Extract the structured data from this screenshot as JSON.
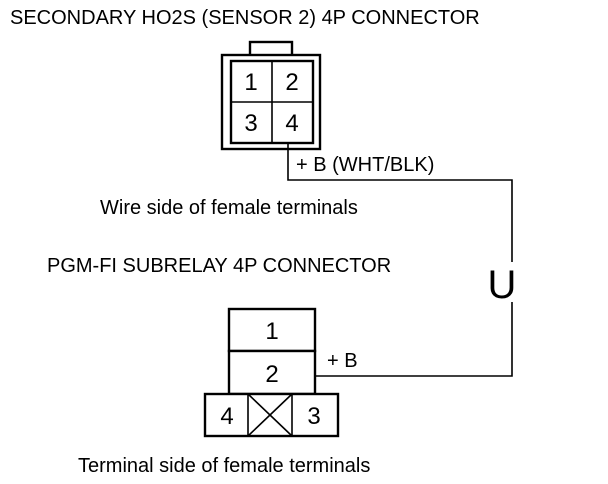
{
  "secondary_connector": {
    "title": "SECONDARY HO2S (SENSOR 2) 4P CONNECTOR",
    "pins": [
      "1",
      "2",
      "3",
      "4"
    ],
    "view_label": "Wire side of female terminals",
    "wire_label": "+ B (WHT/BLK)"
  },
  "subrelay_connector": {
    "title": "PGM-FI SUBRELAY 4P CONNECTOR",
    "pins": [
      "1",
      "2",
      "3",
      "4"
    ],
    "view_label": "Terminal side of female terminals",
    "wire_label": "+ B"
  },
  "meter": {
    "symbol": "U"
  }
}
